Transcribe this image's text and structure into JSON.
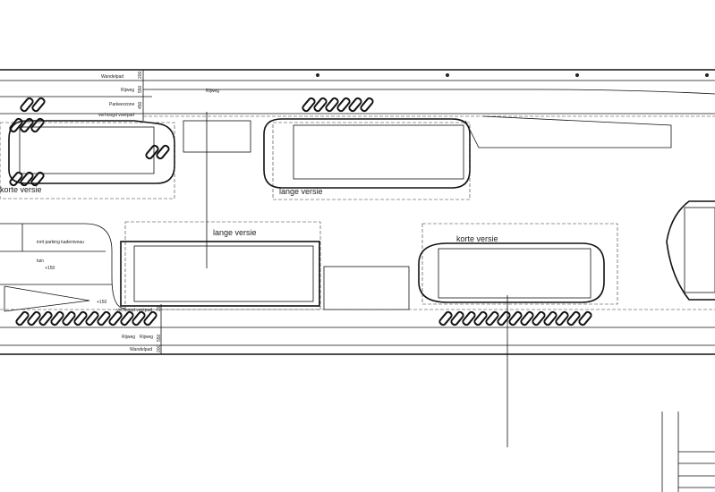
{
  "roads_top": {
    "wandelpad": "Wandelpad",
    "rijweg_left": "Rijweg",
    "rijweg_center": "Rijweg",
    "parkeerzone": "Parkeerzone",
    "voetpad": "verhoogd voetpad",
    "dims": [
      "200",
      "550",
      "450"
    ]
  },
  "roads_bottom": {
    "voetpad": "verhoogd voetpad",
    "rijweg_1": "Rijweg",
    "rijweg_2": "Rijweg",
    "wandelpad": "Wandelpad",
    "dims": [
      "20",
      "550",
      "200"
    ]
  },
  "blocks": {
    "top_left": "korte versie",
    "top_middle": "lange versie",
    "bottom_left": "lange versie",
    "bottom_right": "korte versie"
  },
  "left_zone": {
    "inrit": "inrit parking kadeniveau",
    "tuin": "tuin",
    "level_1": "+150",
    "level_2": "+150"
  }
}
